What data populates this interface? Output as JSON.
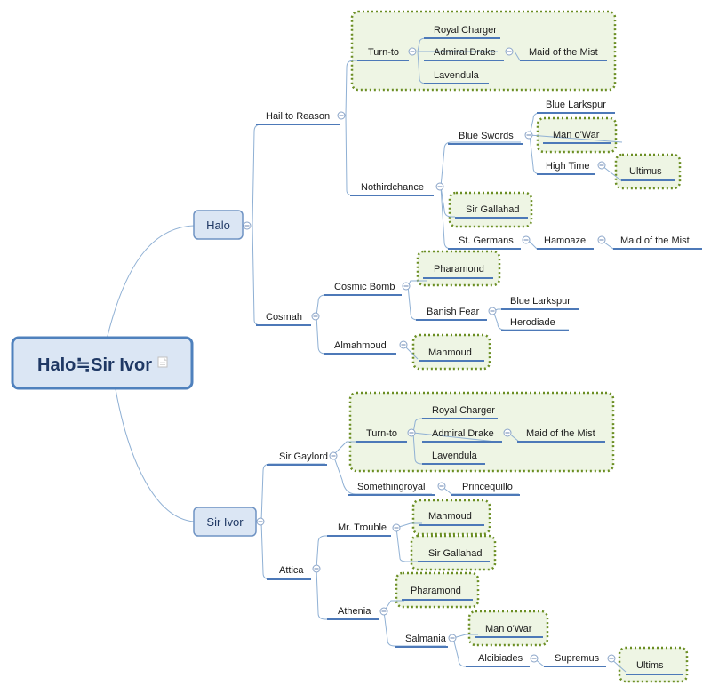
{
  "root": {
    "label": "Halo≒Sir Ivor"
  },
  "nodes": {
    "halo": "Halo",
    "hail_to_reason": "Hail to Reason",
    "turn_to_1": "Turn-to",
    "royal_charger_1": "Royal Charger",
    "admiral_drake_1": "Admiral Drake",
    "maid_of_the_mist_1": "Maid of the Mist",
    "lavendula_1": "Lavendula",
    "nothirdchance": "Nothirdchance",
    "blue_swords": "Blue Swords",
    "blue_larkspur_1": "Blue Larkspur",
    "man_o_war_1": "Man o'War",
    "high_time": "High Time",
    "ultimus_1": "Ultimus",
    "sir_gallahad_1": "Sir Gallahad",
    "st_germans": "St. Germans",
    "hamoaze": "Hamoaze",
    "maid_of_the_mist_2": "Maid of the Mist",
    "cosmah": "Cosmah",
    "cosmic_bomb": "Cosmic Bomb",
    "pharamond_1": "Pharamond",
    "banish_fear": "Banish Fear",
    "blue_larkspur_2": "Blue Larkspur",
    "herodiade": "Herodiade",
    "almahmoud": "Almahmoud",
    "mahmoud_1": "Mahmoud",
    "sir_ivor": "Sir Ivor",
    "sir_gaylord": "Sir Gaylord",
    "turn_to_2": "Turn-to",
    "royal_charger_2": "Royal Charger",
    "admiral_drake_2": "Admiral Drake",
    "maid_of_the_mist_3": "Maid of the Mist",
    "lavendula_2": "Lavendula",
    "somethingroyal": "Somethingroyal",
    "princequillo": "Princequillo",
    "attica": "Attica",
    "mr_trouble": "Mr. Trouble",
    "mahmoud_2": "Mahmoud",
    "sir_gallahad_2": "Sir Gallahad",
    "athenia": "Athenia",
    "pharamond_2": "Pharamond",
    "salmania": "Salmania",
    "man_o_war_2": "Man o'War",
    "alcibiades": "Alcibiades",
    "supremus": "Supremus",
    "ultims": "Ultims"
  }
}
